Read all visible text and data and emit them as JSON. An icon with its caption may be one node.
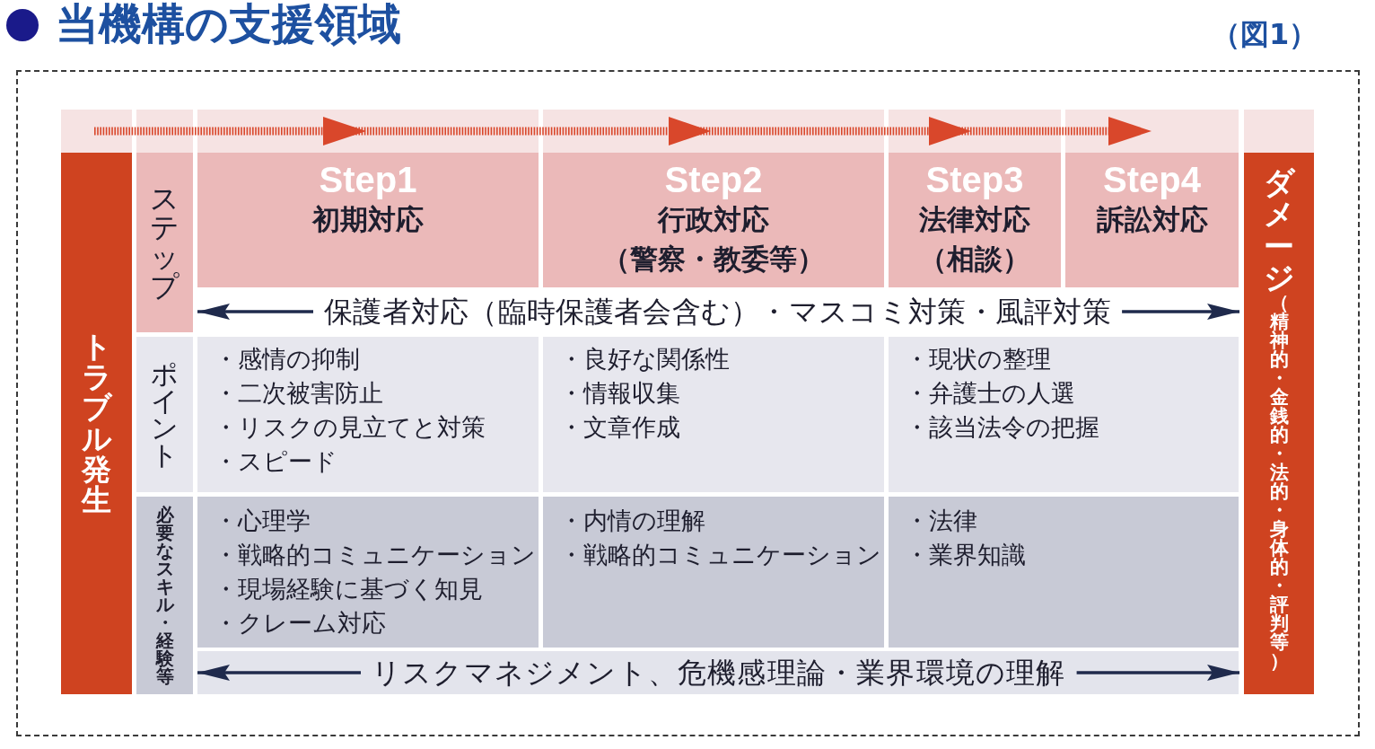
{
  "diagram": {
    "title": "当機構の支援領域",
    "nodes": [
      {
        "text": [
          "トラブル発生"
        ]
      },
      {
        "text": [
          "ステップ"
        ]
      },
      {
        "text": [
          "Step1",
          "初期対応"
        ]
      },
      {
        "text": [
          "Step2",
          "行政対応",
          "（警察・教委等）"
        ]
      },
      {
        "text": [
          "Step3",
          "法律対応",
          "（相談）"
        ]
      },
      {
        "text": [
          "Step4",
          "訴訟対応"
        ]
      },
      {
        "text": [
          "ダメージ",
          "（精神的・金銭的・法的・身体的・評判等）"
        ]
      },
      {
        "text": [
          "保護者対応（臨時保護者会含む）・マスコミ対策・風評対策"
        ]
      },
      {
        "text": [
          "ポイント"
        ]
      },
      {
        "text": [
          "・感情の抑制",
          "・二次被害防止",
          "・リスクの見立てと対策",
          "・スピード"
        ]
      },
      {
        "text": [
          "・良好な関係性",
          "・情報収集",
          "・文章作成"
        ]
      },
      {
        "text": [
          "・現状の整理",
          "・弁護士の人選",
          "・該当法令の把握"
        ]
      },
      {
        "text": [
          "必要なスキル・経験等"
        ]
      },
      {
        "text": [
          "・心理学",
          "・戦略的コミュニケーション",
          "・現場経験に基づく知見",
          "・クレーム対応"
        ]
      },
      {
        "text": [
          "・内情の理解",
          "・戦略的コミュニケーション"
        ]
      },
      {
        "text": [
          "・法律",
          "・業界知識"
        ]
      },
      {
        "text": [
          "リスクマネジメント、危機感理論・業界環境の理解"
        ]
      }
    ],
    "edges": [
      {
        "from": 7,
        "to": 1,
        "arrow": "to"
      },
      {
        "from": 7,
        "to": 6,
        "arrow": "to"
      },
      {
        "from": 16,
        "to": 12,
        "arrow": "to"
      },
      {
        "from": 16,
        "to": 6,
        "arrow": "to"
      }
    ],
    "labels": [
      "（図1）"
    ]
  }
}
